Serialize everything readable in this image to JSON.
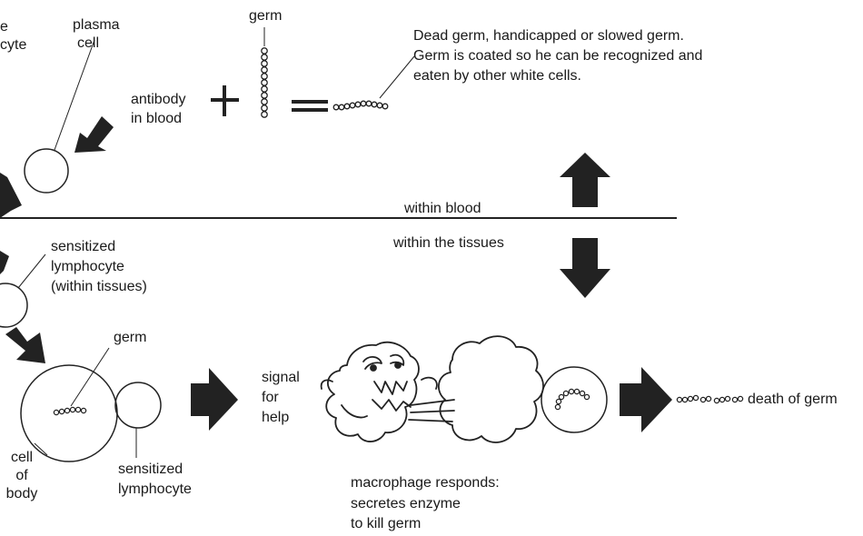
{
  "top": {
    "partial_label_line1": "e",
    "partial_label_line2": "cyte",
    "plasma_cell": [
      "plasma",
      "cell"
    ],
    "germ_label": "germ",
    "antibody": [
      "antibody",
      "in blood"
    ],
    "result_note": [
      "Dead germ,  handicapped   or slowed  germ.",
      "Germ is coated so  he can be  recognized and",
      "eaten by other white cells."
    ]
  },
  "divider": {
    "above": "within blood",
    "below": "within the tissues"
  },
  "bottom": {
    "sensitized_tissue": [
      "sensitized",
      "lymphocyte",
      "(within tissues)"
    ],
    "germ_label": "germ",
    "cell_of_body": [
      "cell",
      "of",
      "body"
    ],
    "sensitized_lymphocyte": [
      "sensitized",
      "lymphocyte"
    ],
    "signal": [
      "signal",
      "for",
      "help"
    ],
    "macrophage": [
      "macrophage responds:",
      "secretes enzyme",
      "to kill germ"
    ],
    "death": "death of germ"
  },
  "colors": {
    "ink": "#1a1a1a",
    "arrow": "#222222",
    "background": "#ffffff"
  }
}
